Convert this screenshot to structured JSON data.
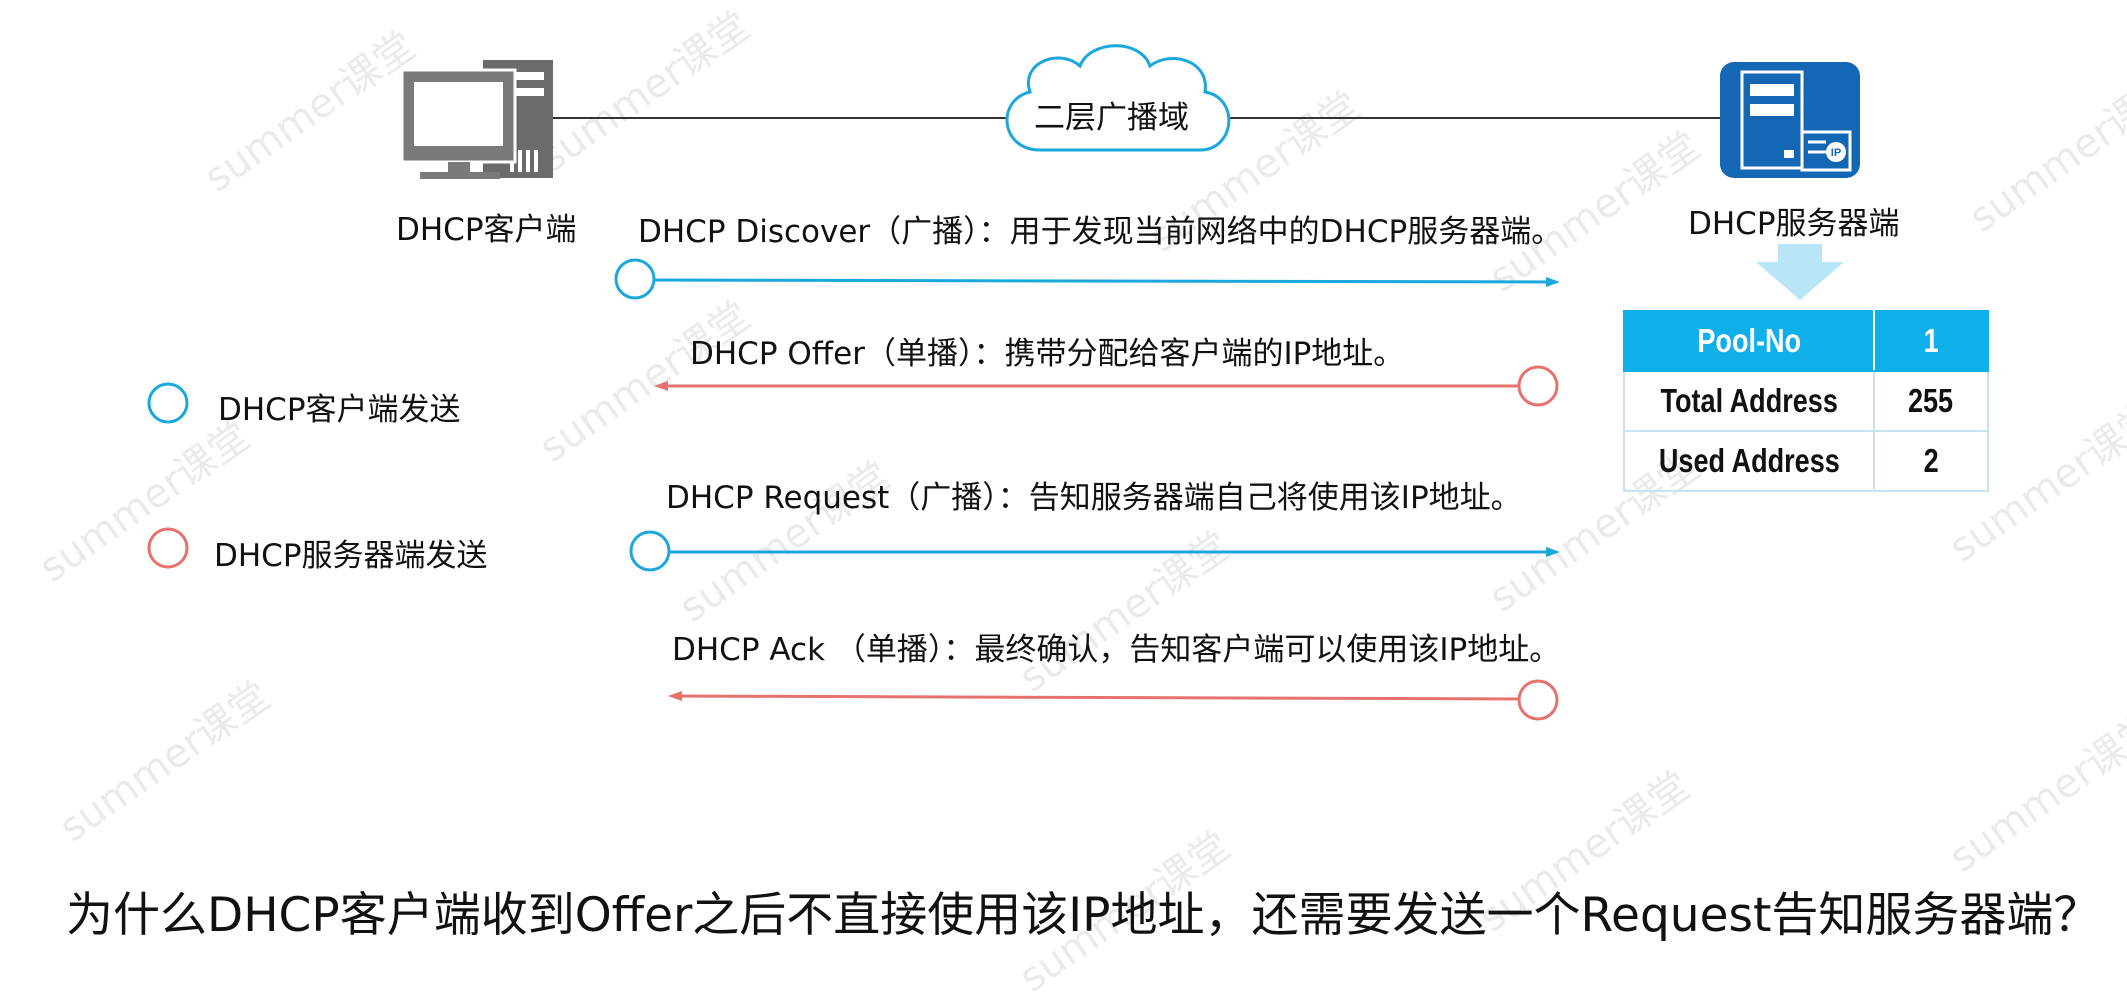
{
  "client": {
    "label": "DHCP客户端"
  },
  "server": {
    "label": "DHCP服务器端"
  },
  "cloud": {
    "label": "二层广播域"
  },
  "legend": {
    "client_send": "DHCP客户端发送",
    "server_send": "DHCP服务器端发送"
  },
  "messages": {
    "discover": "DHCP Discover（广播）：用于发现当前网络中的DHCP服务器端。",
    "offer": "DHCP Offer（单播）：携带分配给客户端的IP地址。",
    "request": "DHCP Request（广播）：告知服务器端自己将使用该IP地址。",
    "ack": "DHCP Ack （单播）：最终确认，告知客户端可以使用该IP地址。"
  },
  "pool_table": {
    "header": {
      "key": "Pool-No",
      "value": "1"
    },
    "rows": [
      {
        "key": "Total Address",
        "value": "255"
      },
      {
        "key": "Used Address",
        "value": "2"
      }
    ]
  },
  "server_icon_badge": "IP",
  "question": "为什么DHCP客户端收到Offer之后不直接使用该IP地址，还需要发送一个Request告知服务器端？",
  "watermark": "summer课堂",
  "colors": {
    "client_line": "#1aa7dc",
    "server_line": "#e7716d",
    "server_icon": "#1467b5",
    "table_header": "#0fb0ea"
  }
}
